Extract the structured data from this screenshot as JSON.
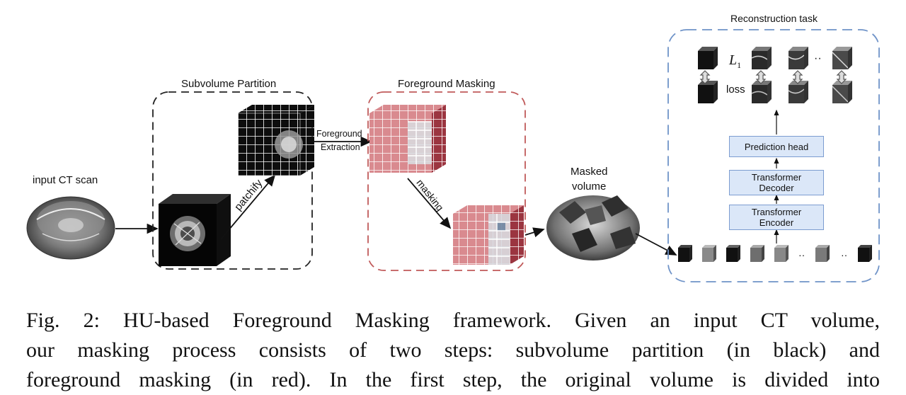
{
  "figure": {
    "input_label": "input CT scan",
    "subvolume_title": "Subvolume Partition",
    "patchify_label": "patchify",
    "extraction_line1": "Foreground",
    "extraction_line2": "Extraction",
    "foreground_title": "Foreground Masking",
    "masking_label": "masking",
    "masked_line1": "Masked",
    "masked_line2": "volume",
    "reconstruction_title": "Reconstruction task",
    "l1_label": "L",
    "l1_subscript": "1",
    "loss_label": "loss",
    "prediction_head": "Prediction head",
    "decoder_line1": "Transformer",
    "decoder_line2": "Decoder",
    "encoder_line1": "Transformer",
    "encoder_line2": "Encoder",
    "dots": "··",
    "colors": {
      "black_box": "#222222",
      "red_box": "#c05a5a",
      "blue_box": "#6f93c8",
      "transformer_fill": "#dbe7f8",
      "red_cube": "#b5505a"
    }
  },
  "caption": {
    "line1": "Fig. 2: HU-based Foreground Masking framework. Given an input CT volume,",
    "line2": "our masking process consists of two steps: subvolume partition (in black) and",
    "line3": "foreground masking (in red). In the first step, the original volume is divided into"
  }
}
